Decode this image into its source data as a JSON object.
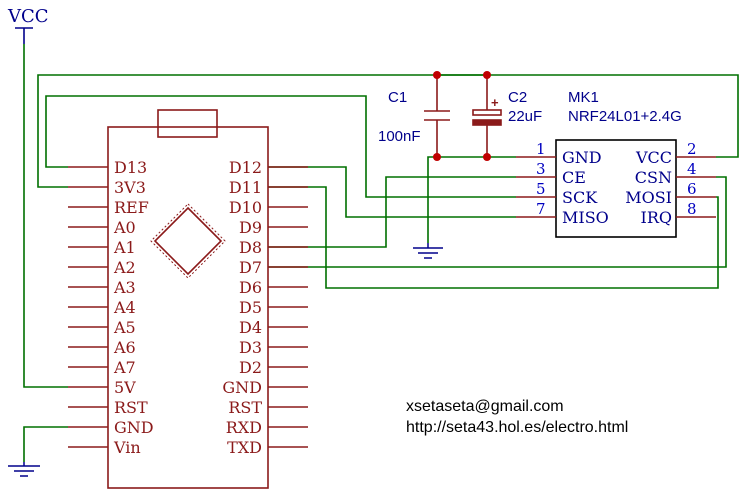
{
  "power": {
    "vcc_label": "VCC"
  },
  "arduino": {
    "left_pins": [
      "D13",
      "3V3",
      "REF",
      "A0",
      "A1",
      "A2",
      "A3",
      "A4",
      "A5",
      "A6",
      "A7",
      "5V",
      "RST",
      "GND",
      "Vin"
    ],
    "right_pins": [
      "D12",
      "D11",
      "D10",
      "D9",
      "D8",
      "D7",
      "D6",
      "D5",
      "D4",
      "D3",
      "D2",
      "GND",
      "RST",
      "RXD",
      "TXD"
    ]
  },
  "c1": {
    "ref": "C1",
    "value": "100nF"
  },
  "c2": {
    "ref": "C2",
    "value": "22uF",
    "polarity": "+"
  },
  "module": {
    "ref": "MK1",
    "value": "NRF24L01+2.4G",
    "left_pins": [
      {
        "num": "1",
        "name": "GND"
      },
      {
        "num": "3",
        "name": "CE"
      },
      {
        "num": "5",
        "name": "SCK"
      },
      {
        "num": "7",
        "name": "MISO"
      }
    ],
    "right_pins": [
      {
        "num": "2",
        "name": "VCC"
      },
      {
        "num": "4",
        "name": "CSN"
      },
      {
        "num": "6",
        "name": "MOSI"
      },
      {
        "num": "8",
        "name": "IRQ"
      }
    ]
  },
  "contact": {
    "email": "xsetaseta@gmail.com",
    "url": "http://seta43.hol.es/electro.html"
  },
  "colors": {
    "wire": "#007000",
    "part": "#8b1a1a",
    "pin_number": "#0000c0",
    "power": "#00008b",
    "junction": "#c00000",
    "text": "#000000"
  }
}
